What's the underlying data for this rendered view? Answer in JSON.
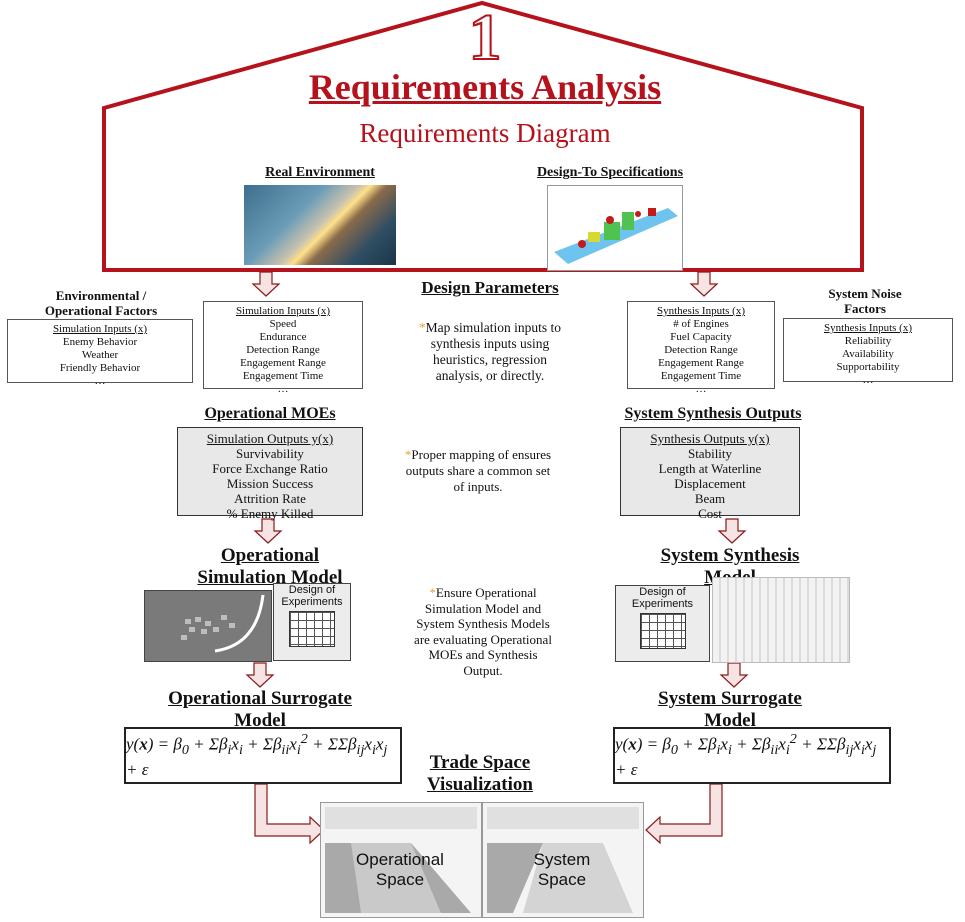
{
  "header": {
    "section_number": "1",
    "title": "Requirements Analysis",
    "subtitle": "Requirements Diagram"
  },
  "real_environment": {
    "label": "Real Environment"
  },
  "design_to_spec": {
    "label": "Design-To Specifications"
  },
  "env_factors": {
    "heading_line1": "Environmental /",
    "heading_line2": "Operational Factors",
    "box_title": "Simulation  Inputs (x)",
    "items": [
      "Enemy Behavior",
      "Weather",
      "Friendly Behavior",
      "…"
    ]
  },
  "sim_inputs": {
    "box_title": "Simulation  Inputs (x)",
    "items": [
      "Speed",
      "Endurance",
      "Detection Range",
      "Engagement Range",
      "Engagement Time",
      "…"
    ]
  },
  "design_parameters": {
    "heading": "Design Parameters",
    "note_line1": "Map simulation inputs to",
    "note_line2": "synthesis inputs using",
    "note_line3": "heuristics, regression",
    "note_line4": "analysis, or directly."
  },
  "synth_inputs": {
    "box_title": "Synthesis  Inputs (x)",
    "items": [
      "# of Engines",
      "Fuel Capacity",
      "Detection Range",
      "Engagement Range",
      "Engagement Time",
      "…"
    ]
  },
  "noise_factors": {
    "heading_line1": "System Noise",
    "heading_line2": "Factors",
    "box_title": "Synthesis  Inputs (x)",
    "items": [
      "Reliability",
      "Availability",
      "Supportability",
      "…"
    ]
  },
  "operational_moes": {
    "heading": "Operational MOEs",
    "box_title": "Simulation Outputs y(x)",
    "items": [
      "Survivability",
      "Force Exchange Ratio",
      "Mission Success",
      "Attrition Rate",
      "% Enemy Killed"
    ]
  },
  "mapping_note": {
    "line1": "Proper mapping of ensures",
    "line2": "outputs share a common set",
    "line3": "of inputs."
  },
  "synthesis_outputs": {
    "heading": "System Synthesis Outputs",
    "box_title": "Synthesis Outputs y(x)",
    "items": [
      "Stability",
      "Length at Waterline",
      "Displacement",
      "Beam",
      "Cost"
    ]
  },
  "op_sim_model": {
    "heading_line1": "Operational",
    "heading_line2": "Simulation Model",
    "doe_label_line1": "Design of",
    "doe_label_line2": "Experiments"
  },
  "sys_synth_model": {
    "heading_line1": "System Synthesis",
    "heading_line2": "Model",
    "doe_label_line1": "Design of",
    "doe_label_line2": "Experiments"
  },
  "ensure_note": {
    "line1": "Ensure Operational",
    "line2": "Simulation Model and",
    "line3": "System Synthesis Models",
    "line4": "are evaluating Operational",
    "line5": "MOEs and Synthesis",
    "line6": "Output."
  },
  "op_surrogate": {
    "heading_line1": "Operational Surrogate",
    "heading_line2": "Model"
  },
  "sys_surrogate": {
    "heading_line1": "System Surrogate",
    "heading_line2": "Model"
  },
  "trade_space": {
    "heading_line1": "Trade Space",
    "heading_line2": "Visualization",
    "left_label_line1": "Operational",
    "left_label_line2": "Space",
    "right_label_line1": "System",
    "right_label_line2": "Space"
  },
  "colors": {
    "house_outline": "#b5121b",
    "arrow_fill": "#f6e4e4",
    "arrow_stroke": "#8a1a1a",
    "star": "#e8a33a"
  }
}
